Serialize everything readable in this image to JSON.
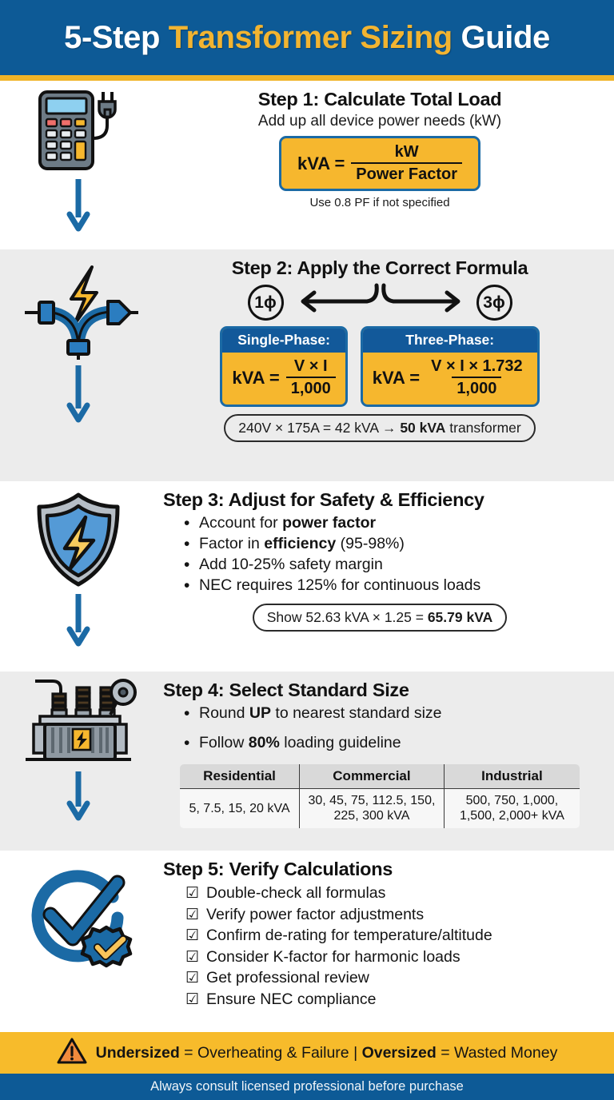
{
  "header": {
    "title_part1": "5-Step ",
    "title_highlight": "Transformer Sizing",
    "title_part3": " Guide"
  },
  "colors": {
    "brand_blue": "#0d5a96",
    "accent_gold": "#f2b431",
    "formula_gold": "#f6b72e",
    "band_gray": "#ececec",
    "card_header_blue": "#12599a"
  },
  "steps": [
    {
      "id": "step-1",
      "title": "Step 1: Calculate Total Load",
      "subtitle": "Add up all device power needs (kW)",
      "icon": "calculator-plug-icon",
      "formula": {
        "lhs": "kVA =",
        "numerator": "kW",
        "denominator": "Power Factor"
      },
      "footnote": "Use 0.8 PF if not specified"
    },
    {
      "id": "step-2",
      "title": "Step 2: Apply the Correct Formula",
      "icon": "branching-circuit-icon",
      "phase_left": "1ϕ",
      "phase_right": "3ϕ",
      "cards": [
        {
          "head": "Single-Phase:",
          "lhs": "kVA =",
          "numerator": "V × I",
          "denominator": "1,000"
        },
        {
          "head": "Three-Phase:",
          "lhs": "kVA =",
          "numerator": "V × I × 1.732",
          "denominator": "1,000"
        }
      ],
      "example_prefix": "240V × 175A = 42 kVA → ",
      "example_bold": "50 kVA",
      "example_suffix": " transformer"
    },
    {
      "id": "step-3",
      "title": "Step 3: Adjust for Safety & Efficiency",
      "icon": "shield-bolt-icon",
      "bullets": [
        {
          "pre": "Account for ",
          "bold": "power factor",
          "post": ""
        },
        {
          "pre": "Factor in ",
          "bold": "efficiency",
          "post": " (95-98%)"
        },
        {
          "pre": "Add 10-25% safety margin",
          "bold": "",
          "post": ""
        },
        {
          "pre": "NEC requires 125% for continuous loads",
          "bold": "",
          "post": ""
        }
      ],
      "example_prefix": "Show 52.63 kVA × 1.25 = ",
      "example_bold": "65.79 kVA",
      "example_suffix": ""
    },
    {
      "id": "step-4",
      "title": "Step 4: Select Standard Size",
      "icon": "transformer-icon",
      "bullets": [
        {
          "pre": "Round ",
          "bold": "UP",
          "post": " to nearest standard size"
        },
        {
          "pre": "Follow ",
          "bold": "80%",
          "post": " loading guideline"
        }
      ],
      "table": {
        "headers": [
          "Residential",
          "Commercial",
          "Industrial"
        ],
        "row": [
          "5, 7.5, 15, 20 kVA",
          "30, 45, 75, 112.5, 150, 225, 300 kVA",
          "500, 750, 1,000, 1,500, 2,000+ kVA"
        ]
      }
    },
    {
      "id": "step-5",
      "title": "Step 5: Verify Calculations",
      "icon": "check-circle-badge-icon",
      "checkbox_glyph": "☑",
      "checks": [
        "Double-check all formulas",
        "Verify power factor adjustments",
        "Confirm de-rating for temperature/altitude",
        "Consider K-factor for harmonic loads",
        "Get professional review",
        "Ensure NEC compliance"
      ]
    }
  ],
  "footer": {
    "warning_icon": "warning-triangle-icon",
    "warn_bold_1": "Undersized",
    "warn_mid_1": " = Overheating & Failure | ",
    "warn_bold_2": "Oversized",
    "warn_mid_2": " = Wasted Money",
    "disclaimer": "Always consult licensed professional before purchase"
  }
}
